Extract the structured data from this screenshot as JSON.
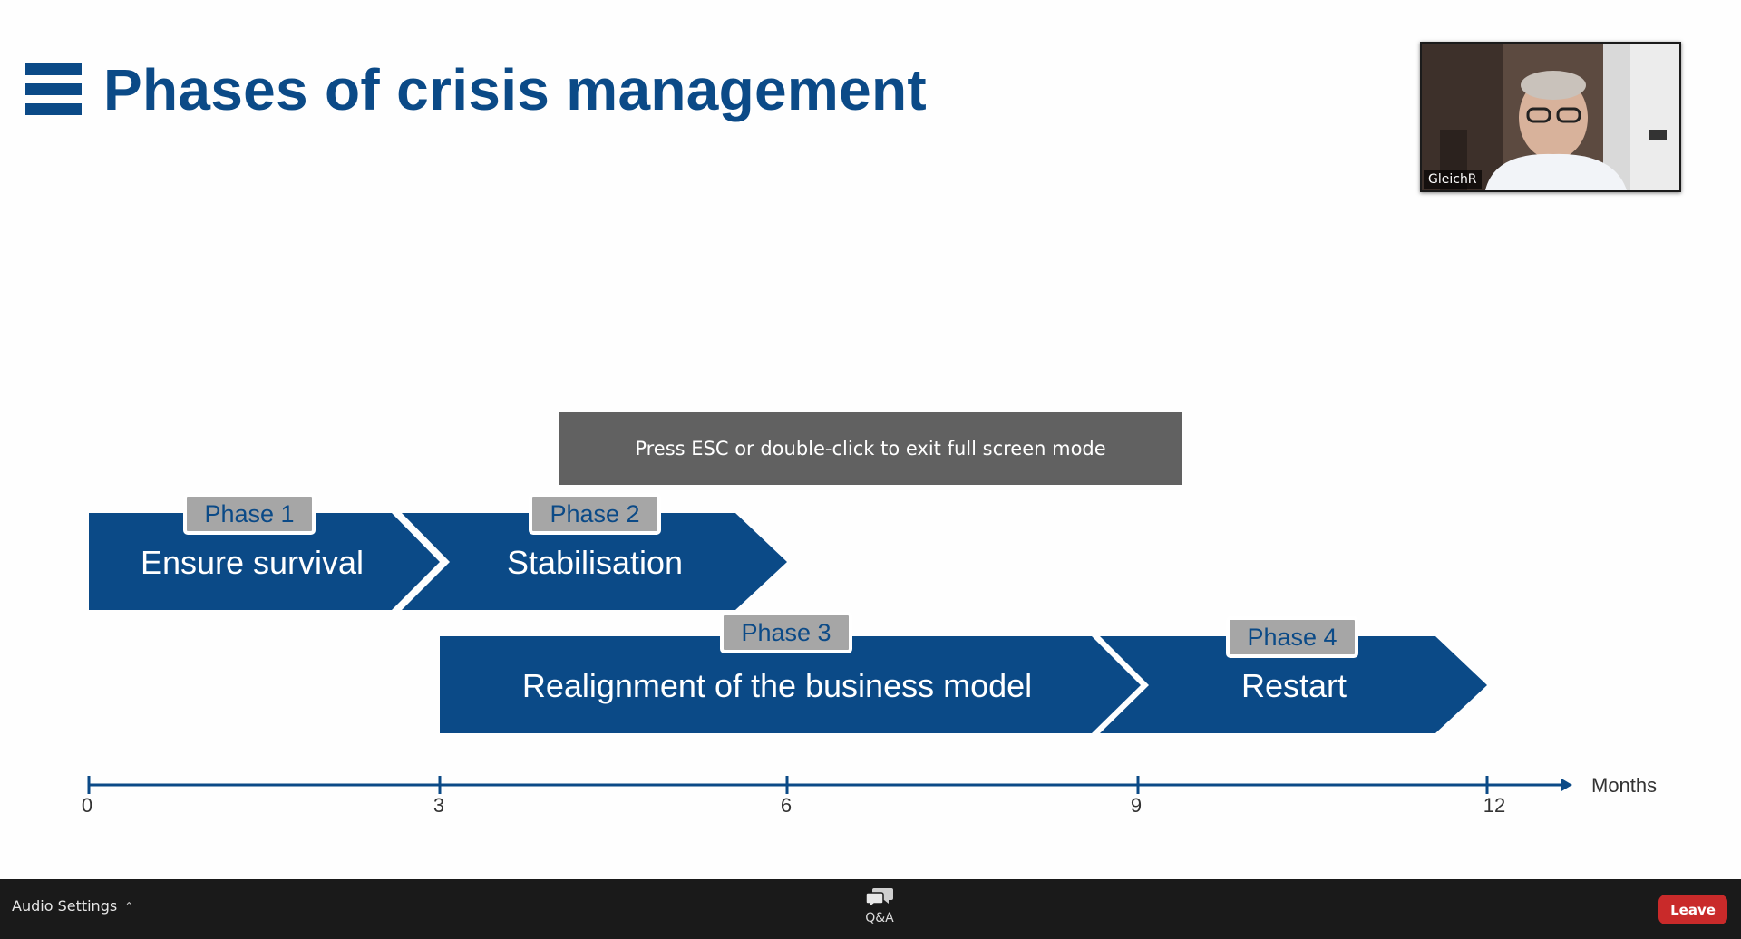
{
  "slide": {
    "title": "Phases of crisis management"
  },
  "video": {
    "participant_name": "GleichR"
  },
  "toast": {
    "text": "Press ESC or double-click to exit full screen mode"
  },
  "diagram": {
    "phases": [
      {
        "label": "Phase 1",
        "name": "Ensure survival"
      },
      {
        "label": "Phase 2",
        "name": "Stabilisation"
      },
      {
        "label": "Phase 3",
        "name": "Realignment of the business model"
      },
      {
        "label": "Phase 4",
        "name": "Restart"
      }
    ],
    "axis": {
      "ticks": [
        "0",
        "3",
        "6",
        "9",
        "12"
      ],
      "unit": "Months"
    },
    "colors": {
      "arrow": "#0b4a87",
      "label_bg": "#a6a6a6"
    }
  },
  "toolbar": {
    "audio_settings": "Audio Settings",
    "qa_label": "Q&A",
    "leave_label": "Leave"
  }
}
